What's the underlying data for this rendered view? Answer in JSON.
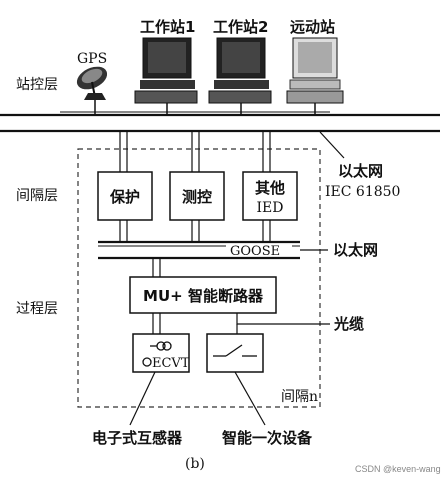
{
  "layers": {
    "station": "站控层",
    "bay": "间隔层",
    "process": "过程层"
  },
  "top_devices": {
    "gps": "GPS",
    "ws1": "工作站1",
    "ws2": "工作站2",
    "remote": "远动站"
  },
  "bay_devices": {
    "protection": "保护",
    "measure": "测控",
    "other_line1": "其他",
    "other_line2": "IED"
  },
  "bus_labels": {
    "ethernet_top_line1": "以太网",
    "ethernet_top_line2": "IEC 61850",
    "goose": "GOOSE",
    "ethernet_mid": "以太网"
  },
  "process_devices": {
    "mu": "MU+ 智能断路器",
    "ecvt": "ECVT",
    "fiber": "光缆",
    "bay_n": "间隔n"
  },
  "bottom_labels": {
    "transformer": "电子式互感器",
    "primary": "智能一次设备"
  },
  "caption": "(b)",
  "watermark": "CSDN @keven-wang"
}
